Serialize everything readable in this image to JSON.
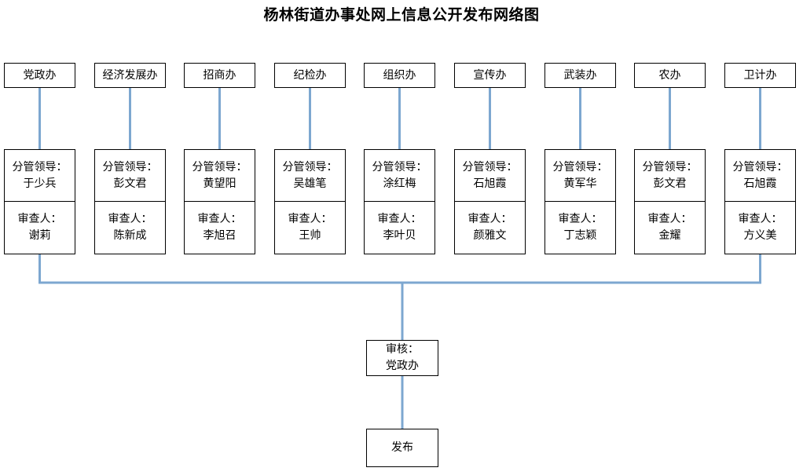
{
  "title": "杨林街道办事处网上信息公开发布网络图",
  "theme": {
    "connector_color": "#7da7d0",
    "box_border_color": "#000000",
    "background_color": "#ffffff",
    "text_color": "#000000"
  },
  "labels": {
    "role_leader": "分管领导：",
    "role_reviewer": "审查人："
  },
  "columns": [
    {
      "department": "党政办",
      "leader": "于少兵",
      "reviewer": "谢莉"
    },
    {
      "department": "经济发展办",
      "leader": "彭文君",
      "reviewer": "陈新成"
    },
    {
      "department": "招商办",
      "leader": "黄望阳",
      "reviewer": "李旭召"
    },
    {
      "department": "纪检办",
      "leader": "吴雄笔",
      "reviewer": "王帅"
    },
    {
      "department": "组织办",
      "leader": "涂红梅",
      "reviewer": "李叶贝"
    },
    {
      "department": "宣传办",
      "leader": "石旭霞",
      "reviewer": "颜雅文"
    },
    {
      "department": "武装办",
      "leader": "黄军华",
      "reviewer": "丁志颖"
    },
    {
      "department": "农办",
      "leader": "彭文君",
      "reviewer": "金耀"
    },
    {
      "department": "卫计办",
      "leader": "石旭霞",
      "reviewer": "方义美"
    }
  ],
  "review": {
    "line1": "审核：",
    "line2": "党政办"
  },
  "publish": {
    "line1": "发布"
  }
}
